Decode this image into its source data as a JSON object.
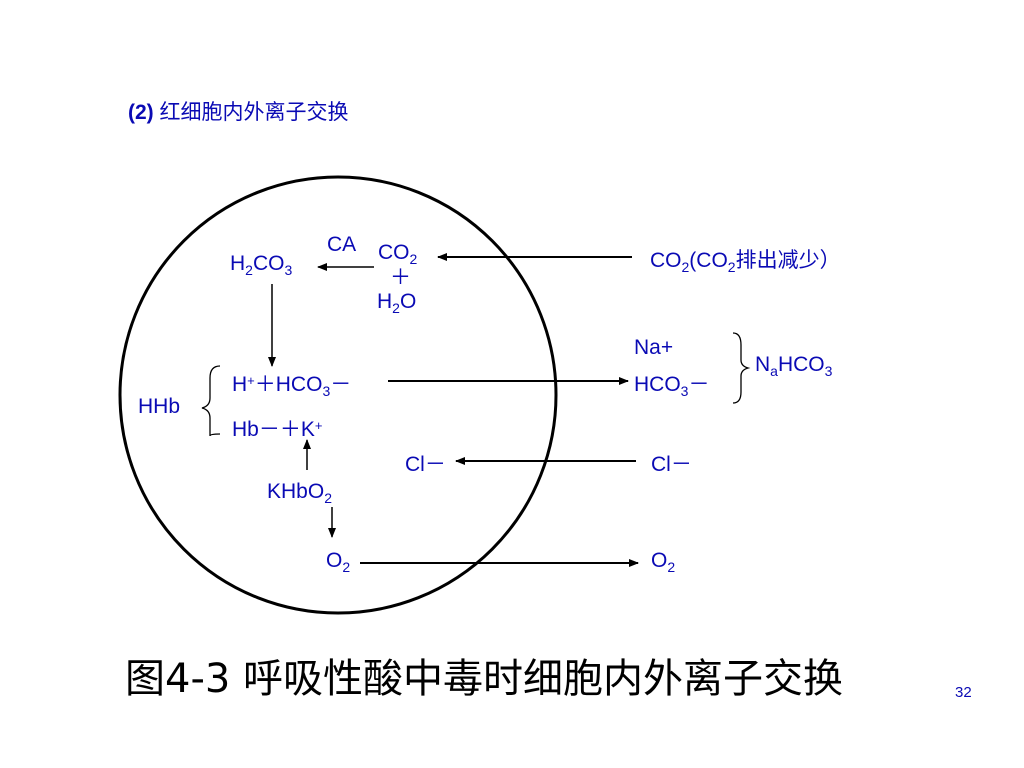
{
  "heading": {
    "number": "(2)",
    "text": "红细胞内外离子交换"
  },
  "inside": {
    "ca": "CA",
    "h2co3": {
      "a": "H",
      "s1": "2",
      "b": "CO",
      "s2": "3"
    },
    "co2": {
      "a": "CO",
      "s": "2"
    },
    "plus": "＋",
    "h2o": {
      "a": "H",
      "s": "2",
      "b": "O"
    },
    "ions": {
      "h": "H",
      "hsup": "+",
      "plus": "＋",
      "hco3": "HCO",
      "hco3sub": "3",
      "hco3sup": "－"
    },
    "hb": {
      "hb": "Hb",
      "hbsup": "－",
      "plus": "＋",
      "k": "K",
      "ksup": "+"
    },
    "hhb": "HHb",
    "cl": {
      "a": "Cl",
      "sup": "－"
    },
    "khbo2": {
      "a": "KHbO",
      "s": "2"
    },
    "o2": {
      "a": "O",
      "s": "2"
    }
  },
  "outside": {
    "co2": {
      "a": "CO",
      "s1": "2",
      "b": "(CO",
      "s2": "2",
      "c": "排出减少）"
    },
    "na": "Na+",
    "hco3": {
      "a": "HCO",
      "s": "3",
      "sup": "－"
    },
    "nahco3": {
      "a": "N",
      "s1": "a",
      "b": "HCO",
      "s2": "3"
    },
    "cl": {
      "a": "Cl",
      "sup": "－"
    },
    "o2": {
      "a": "O",
      "s": "2"
    }
  },
  "caption": "图4-3 呼吸性酸中毒时细胞内外离子交换",
  "page_number": "32",
  "colors": {
    "text": "#0a0ab4",
    "lines": "#000000"
  }
}
